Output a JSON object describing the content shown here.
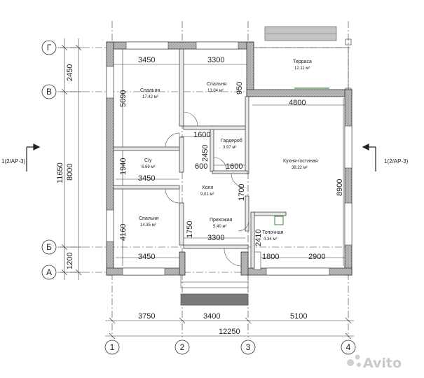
{
  "axes": {
    "letters": [
      "Г",
      "В",
      "Б",
      "А"
    ],
    "numbers": [
      "1",
      "2",
      "3",
      "4"
    ]
  },
  "section_mark": {
    "left": "1(2/АР-3)",
    "right": "1(2/АР-3)"
  },
  "dimensions": {
    "left_outer": [
      "2450",
      "11650",
      "8000",
      "1200"
    ],
    "left_inner": [
      "5090",
      "1940",
      "4160"
    ],
    "bottom_segments": [
      "3750",
      "3400",
      "5100"
    ],
    "bottom_total": "12250",
    "interior": [
      "3450",
      "3300",
      "950",
      "4800",
      "1600",
      "2450",
      "600",
      "1600",
      "3450",
      "1700",
      "8900",
      "1750",
      "3300",
      "2410",
      "1800",
      "2900",
      "3450"
    ]
  },
  "rooms": [
    {
      "name": "Спальня",
      "area": "17.42 м²"
    },
    {
      "name": "Спальня",
      "area": "13.04 м²"
    },
    {
      "name": "Терраса",
      "area": "12.11 м²"
    },
    {
      "name": "Гардероб",
      "area": "3.97 м²"
    },
    {
      "name": "С/у",
      "area": "6.69 м²"
    },
    {
      "name": "Кухня-гостиная",
      "area": "38.22 м²"
    },
    {
      "name": "Холл",
      "area": "9.01 м²"
    },
    {
      "name": "Прихожая",
      "area": "5.40 м²"
    },
    {
      "name": "Спальня",
      "area": "14.35 м²"
    },
    {
      "name": "Топочная",
      "area": "4.34 м²"
    }
  ],
  "watermark": "Avito"
}
